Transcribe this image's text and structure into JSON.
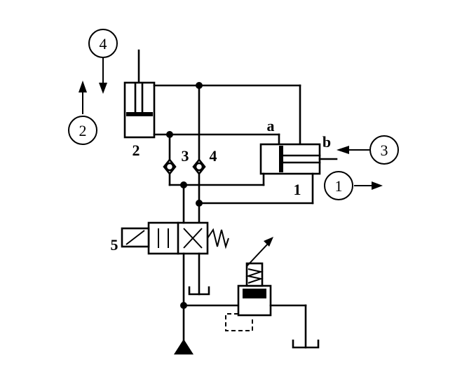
{
  "callouts": [
    "1",
    "2",
    "3",
    "4"
  ],
  "component_labels": [
    "1",
    "2",
    "3",
    "4",
    "5"
  ],
  "port_labels": [
    "a",
    "b"
  ]
}
